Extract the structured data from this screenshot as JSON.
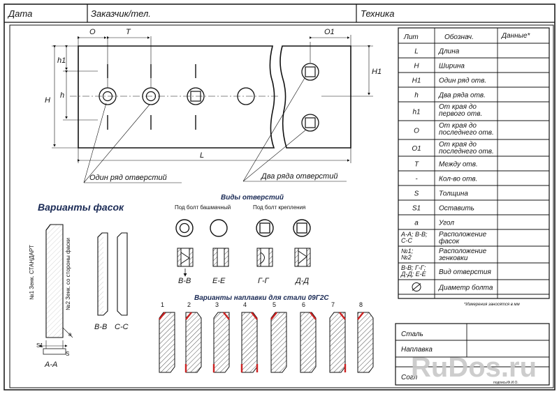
{
  "header": {
    "date": "Дата",
    "customer": "Заказчик/тел.",
    "equipment": "Техника"
  },
  "table": {
    "col_lit": "Лит",
    "col_name": "Обознач.",
    "col_data": "Данные*",
    "rows": [
      {
        "lit": "L",
        "name": "Длина"
      },
      {
        "lit": "H",
        "name": "Ширина"
      },
      {
        "lit": "H1",
        "name": "Один ряд отв."
      },
      {
        "lit": "h",
        "name": "Два ряда отв."
      },
      {
        "lit": "h1",
        "name": "От края до первого отв."
      },
      {
        "lit": "O",
        "name": "От края до последнего отв."
      },
      {
        "lit": "O1",
        "name": "От края до последнего отв."
      },
      {
        "lit": "T",
        "name": "Между отв."
      },
      {
        "lit": "-",
        "name": "Кол-во отв."
      },
      {
        "lit": "S",
        "name": "Толщина"
      },
      {
        "lit": "S1",
        "name": "Оставить"
      },
      {
        "lit": "a",
        "name": "Угол"
      },
      {
        "lit": "А-А; В-В; С-С",
        "name": "Расположение фасок"
      },
      {
        "lit": "№1; №2",
        "name": "Расположение зенковки"
      },
      {
        "lit": "В-В; Г-Г; Д-Д; Е-Е",
        "name": "Вид отверстия"
      },
      {
        "lit": "",
        "name": "Диаметр болта"
      }
    ],
    "footnote": "*Измерения заносятся в мм"
  },
  "bottom": {
    "steel": "Сталь",
    "weld": "Наплавка",
    "agreed": "Согл"
  },
  "drawing": {
    "dim_O": "O",
    "dim_T": "T",
    "dim_O1": "O1",
    "dim_h1": "h1",
    "dim_h": "h",
    "dim_H": "H",
    "dim_H1": "H1",
    "dim_L": "L",
    "one_row": "Один ряд отверстий",
    "two_rows": "Два ряда отверстий"
  },
  "holes": {
    "title": "Виды отверстий",
    "shoe_bolt": "Под болт башмачный",
    "mount_bolt": "Под болт крепления",
    "views": [
      "В-В",
      "Е-Е",
      "Г-Г",
      "Д-Д"
    ]
  },
  "chamfers": {
    "title": "Варианты фасок",
    "z1": "№1 Зенк. СТАНДАРТ",
    "z2": "№2 Зенк. со стороны фаски",
    "section_aa": "А-А",
    "section_bb": "В-В",
    "section_cc": "С-С",
    "s": "S",
    "s1": "S1",
    "a": "a"
  },
  "weld": {
    "title": "Варианты наплавки для стали 09Г2С",
    "numbers": [
      "1",
      "2",
      "3",
      "4",
      "5",
      "6",
      "7",
      "8"
    ],
    "accent": "#cc2222"
  },
  "watermark": "RuDos.ru",
  "tiny_sign": "подпись/Ф.И.О."
}
